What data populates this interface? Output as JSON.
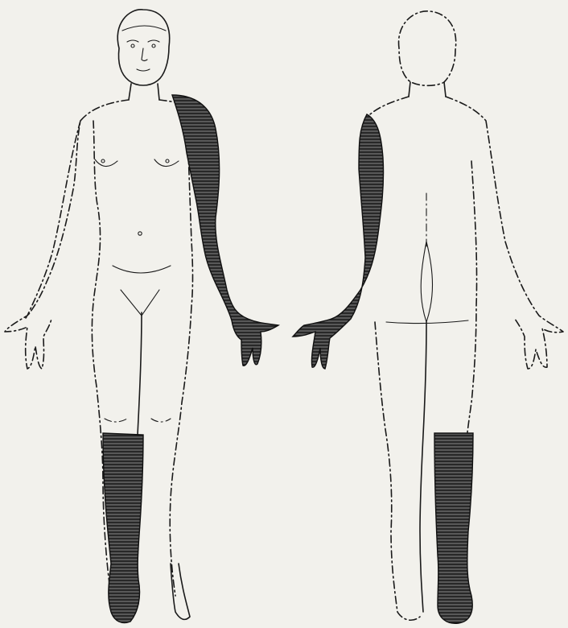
{
  "figure": {
    "views": [
      {
        "id": "anterior",
        "shaded_regions": [
          "left-arm",
          "right-lower-leg"
        ]
      },
      {
        "id": "posterior",
        "shaded_regions": [
          "left-arm",
          "right-lower-leg"
        ]
      }
    ],
    "colors": {
      "background": "#f2f1ec",
      "ink": "#1a1a1a",
      "shading": "#2a2a2a"
    }
  }
}
